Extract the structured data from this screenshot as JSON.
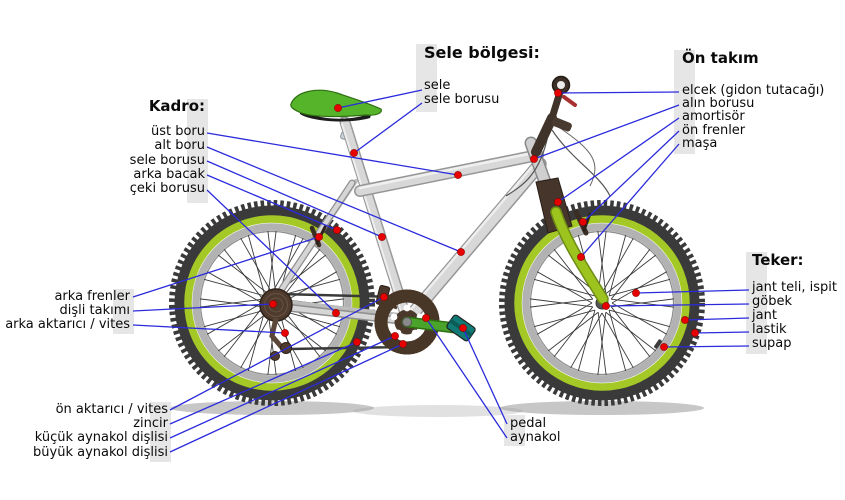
{
  "colors": {
    "leader_line": "#2b2bdd",
    "marker_dot": "#e60000",
    "label_bg": "#e3e3e3",
    "frame_gray": "#d8d8d8",
    "wheel_green": "#a4c926",
    "saddle_green": "#56b42a",
    "tire_dark": "#3a3a3a"
  },
  "groups": {
    "sele_bolgesi": {
      "header": "Sele bölgesi:",
      "items": [
        "sele",
        "sele borusu"
      ]
    },
    "on_takim": {
      "header": "Ön takım",
      "items": [
        "elcek (gidon tutacağı)",
        "alın borusu",
        "amortisör",
        "ön frenler",
        "maşa"
      ]
    },
    "kadro": {
      "header": "Kadro:",
      "items": [
        "üst boru",
        "alt boru",
        "sele borusu",
        "arka bacak",
        "çeki borusu"
      ]
    },
    "teker": {
      "header": "Teker:",
      "items": [
        "jant teli, ispit",
        "göbek",
        "jant",
        "lastik",
        "supap"
      ]
    },
    "arka_grup": {
      "items": [
        "arka frenler",
        "dişli takımı",
        "arka aktarıcı / vites"
      ]
    },
    "aynakol_grup": {
      "items": [
        "ön aktarıcı / vites",
        "zincir",
        "küçük aynakol dişlisi",
        "büyük aynakol dişlisi"
      ]
    },
    "pedal_grup": {
      "items": [
        "pedal",
        "aynakol"
      ]
    }
  }
}
